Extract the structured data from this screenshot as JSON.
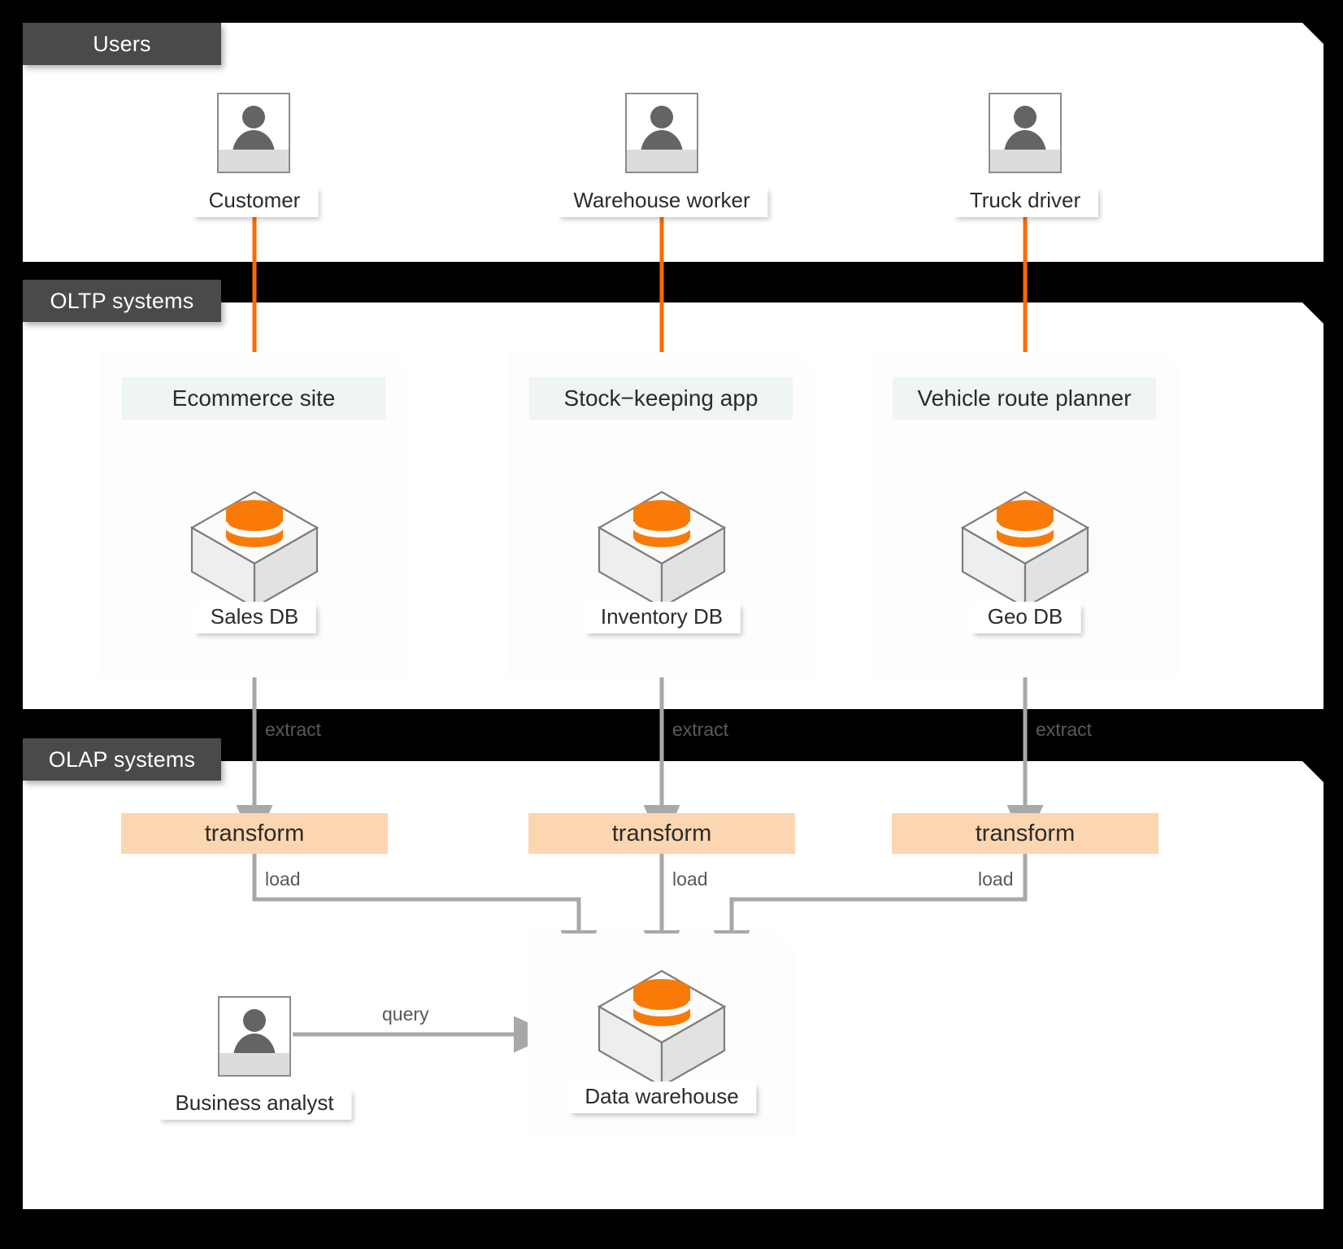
{
  "sections": [
    {
      "id": "users",
      "label": "Users"
    },
    {
      "id": "oltp",
      "label": "OLTP systems"
    },
    {
      "id": "olap",
      "label": "OLAP systems"
    }
  ],
  "colors": {
    "background": "#000000",
    "panel": "#ffffff",
    "tab": "#4a4a4a",
    "accent_orange": "#ff6a00",
    "transform_chip": "#fcd6b0",
    "app_title_bg": "#eff4f5",
    "connector_gray": "#a8a8a8",
    "actor_silhouette": "#646464",
    "text": "#2b2b2b"
  },
  "users": [
    {
      "id": "customer",
      "label": "Customer"
    },
    {
      "id": "warehouse-worker",
      "label": "Warehouse worker"
    },
    {
      "id": "truck-driver",
      "label": "Truck driver"
    }
  ],
  "oltp": [
    {
      "id": "ecommerce",
      "app": "Ecommerce site",
      "db": "Sales DB"
    },
    {
      "id": "stock",
      "app": "Stock−keeping app",
      "db": "Inventory DB"
    },
    {
      "id": "vehicle",
      "app": "Vehicle route planner",
      "db": "Geo DB"
    }
  ],
  "olap": {
    "transforms": [
      {
        "id": "transform-1",
        "label": "transform"
      },
      {
        "id": "transform-2",
        "label": "transform"
      },
      {
        "id": "transform-3",
        "label": "transform"
      }
    ],
    "analyst": {
      "id": "business-analyst",
      "label": "Business analyst"
    },
    "warehouse": {
      "id": "data-warehouse",
      "label": "Data warehouse"
    }
  },
  "edges": {
    "extract": "extract",
    "load": "load",
    "query": "query"
  }
}
